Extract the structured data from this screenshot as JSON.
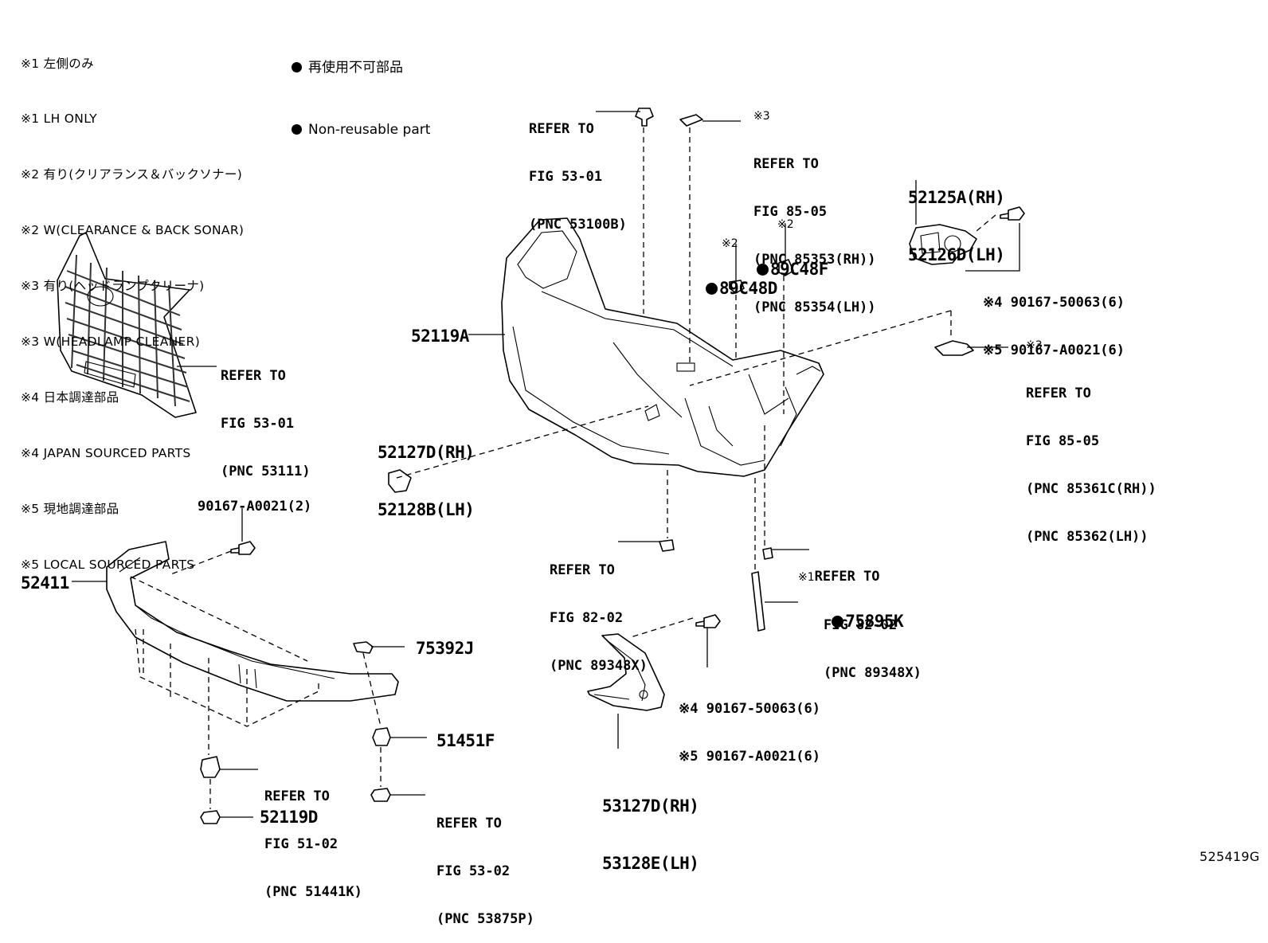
{
  "notes": [
    "※1 左側のみ",
    "※1 LH ONLY",
    "※2 有り(クリアランス＆バックソナー)",
    "※2 W(CLEARANCE & BACK SONAR)",
    "※3 有り(ヘッドランプクリーナ)",
    "※3 W(HEADLAMP CLEANER)",
    "※4 日本調達部品",
    "※4 JAPAN SOURCED PARTS",
    "※5 現地調達部品",
    "※5 LOCAL SOURCED PARTS"
  ],
  "legend": {
    "jp": "再使用不可部品",
    "en": "Non-reusable part"
  },
  "callouts": {
    "grille_ref": [
      "REFER TO",
      "FIG 53-01",
      "(PNC 53111)"
    ],
    "top_clip_ref": [
      "REFER TO",
      "FIG 53-01",
      "(PNC 53100B)"
    ],
    "washer_cover_ref": [
      "※3",
      "REFER TO",
      "FIG 85-05",
      "(PNC 85353(RH))",
      "(PNC 85354(LH))"
    ],
    "bracket_part": [
      "52125A(RH)",
      "52126D(LH)"
    ],
    "bracket_bolt_a": "※4 90167-50063(6)",
    "bracket_bolt_b": "※5 90167-A0021(6)",
    "nozzle_ref": [
      "※3",
      "REFER TO",
      "FIG 85-05",
      "(PNC 85361C(RH))",
      "(PNC 85362(LH))"
    ],
    "sensor_a_note": "※2",
    "sensor_a_part": "89C48D",
    "sensor_b_note": "※2",
    "sensor_b_part": "89C48F",
    "bumper_cover": "52119A",
    "tow_cover": [
      "52127D(RH)",
      "52128B(LH)"
    ],
    "lower_bolt": "90167-A0021(2)",
    "spoiler": "52411",
    "lower_clip_ref": [
      "REFER TO",
      "FIG 82-02",
      "(PNC 89348X)"
    ],
    "lh_clip_note": "※1",
    "lh_clip_ref": [
      "REFER TO",
      "FIG 82-02",
      "(PNC 89348X)"
    ],
    "moulding": "75895K",
    "fog_bolt_a": "※4 90167-50063(6)",
    "fog_bolt_b": "※5 90167-A0021(6)",
    "fog_cover": [
      "53127D(RH)",
      "53128E(LH)"
    ],
    "spoiler_clip": "75392J",
    "nut": "51451F",
    "retainer_ref": [
      "REFER TO",
      "FIG 51-02",
      "(PNC 51441K)"
    ],
    "screw_ref": [
      "REFER TO",
      "FIG 53-02",
      "(PNC 53875P)"
    ],
    "screw_part": "52119D"
  },
  "figure_id": "525419G"
}
